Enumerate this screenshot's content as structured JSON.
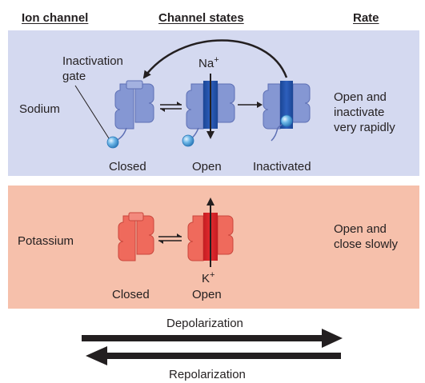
{
  "headers": {
    "ion_channel": "Ion channel",
    "channel_states": "Channel states",
    "rate": "Rate"
  },
  "sodium": {
    "name": "Sodium",
    "gate_label_line1": "Inactivation",
    "gate_label_line2": "gate",
    "ion": "Na+",
    "states": [
      "Closed",
      "Open",
      "Inactivated"
    ],
    "rate_line1": "Open and",
    "rate_line2": "inactivate",
    "rate_line3": "very rapidly"
  },
  "potassium": {
    "name": "Potassium",
    "ion": "K+",
    "states": [
      "Closed",
      "Open"
    ],
    "rate_line1": "Open and",
    "rate_line2": "close slowly"
  },
  "arrows": {
    "depolarization": "Depolarization",
    "repolarization": "Repolarization"
  },
  "colors": {
    "sodium_panel": "#d4d9f0",
    "potassium_panel": "#f6c0ab",
    "sodium_channel": "#8597d3",
    "sodium_pore": "#1f4ea0",
    "potassium_channel": "#ef6a5c",
    "potassium_pore": "#d8232a",
    "gate_ball": "#56a8de"
  }
}
